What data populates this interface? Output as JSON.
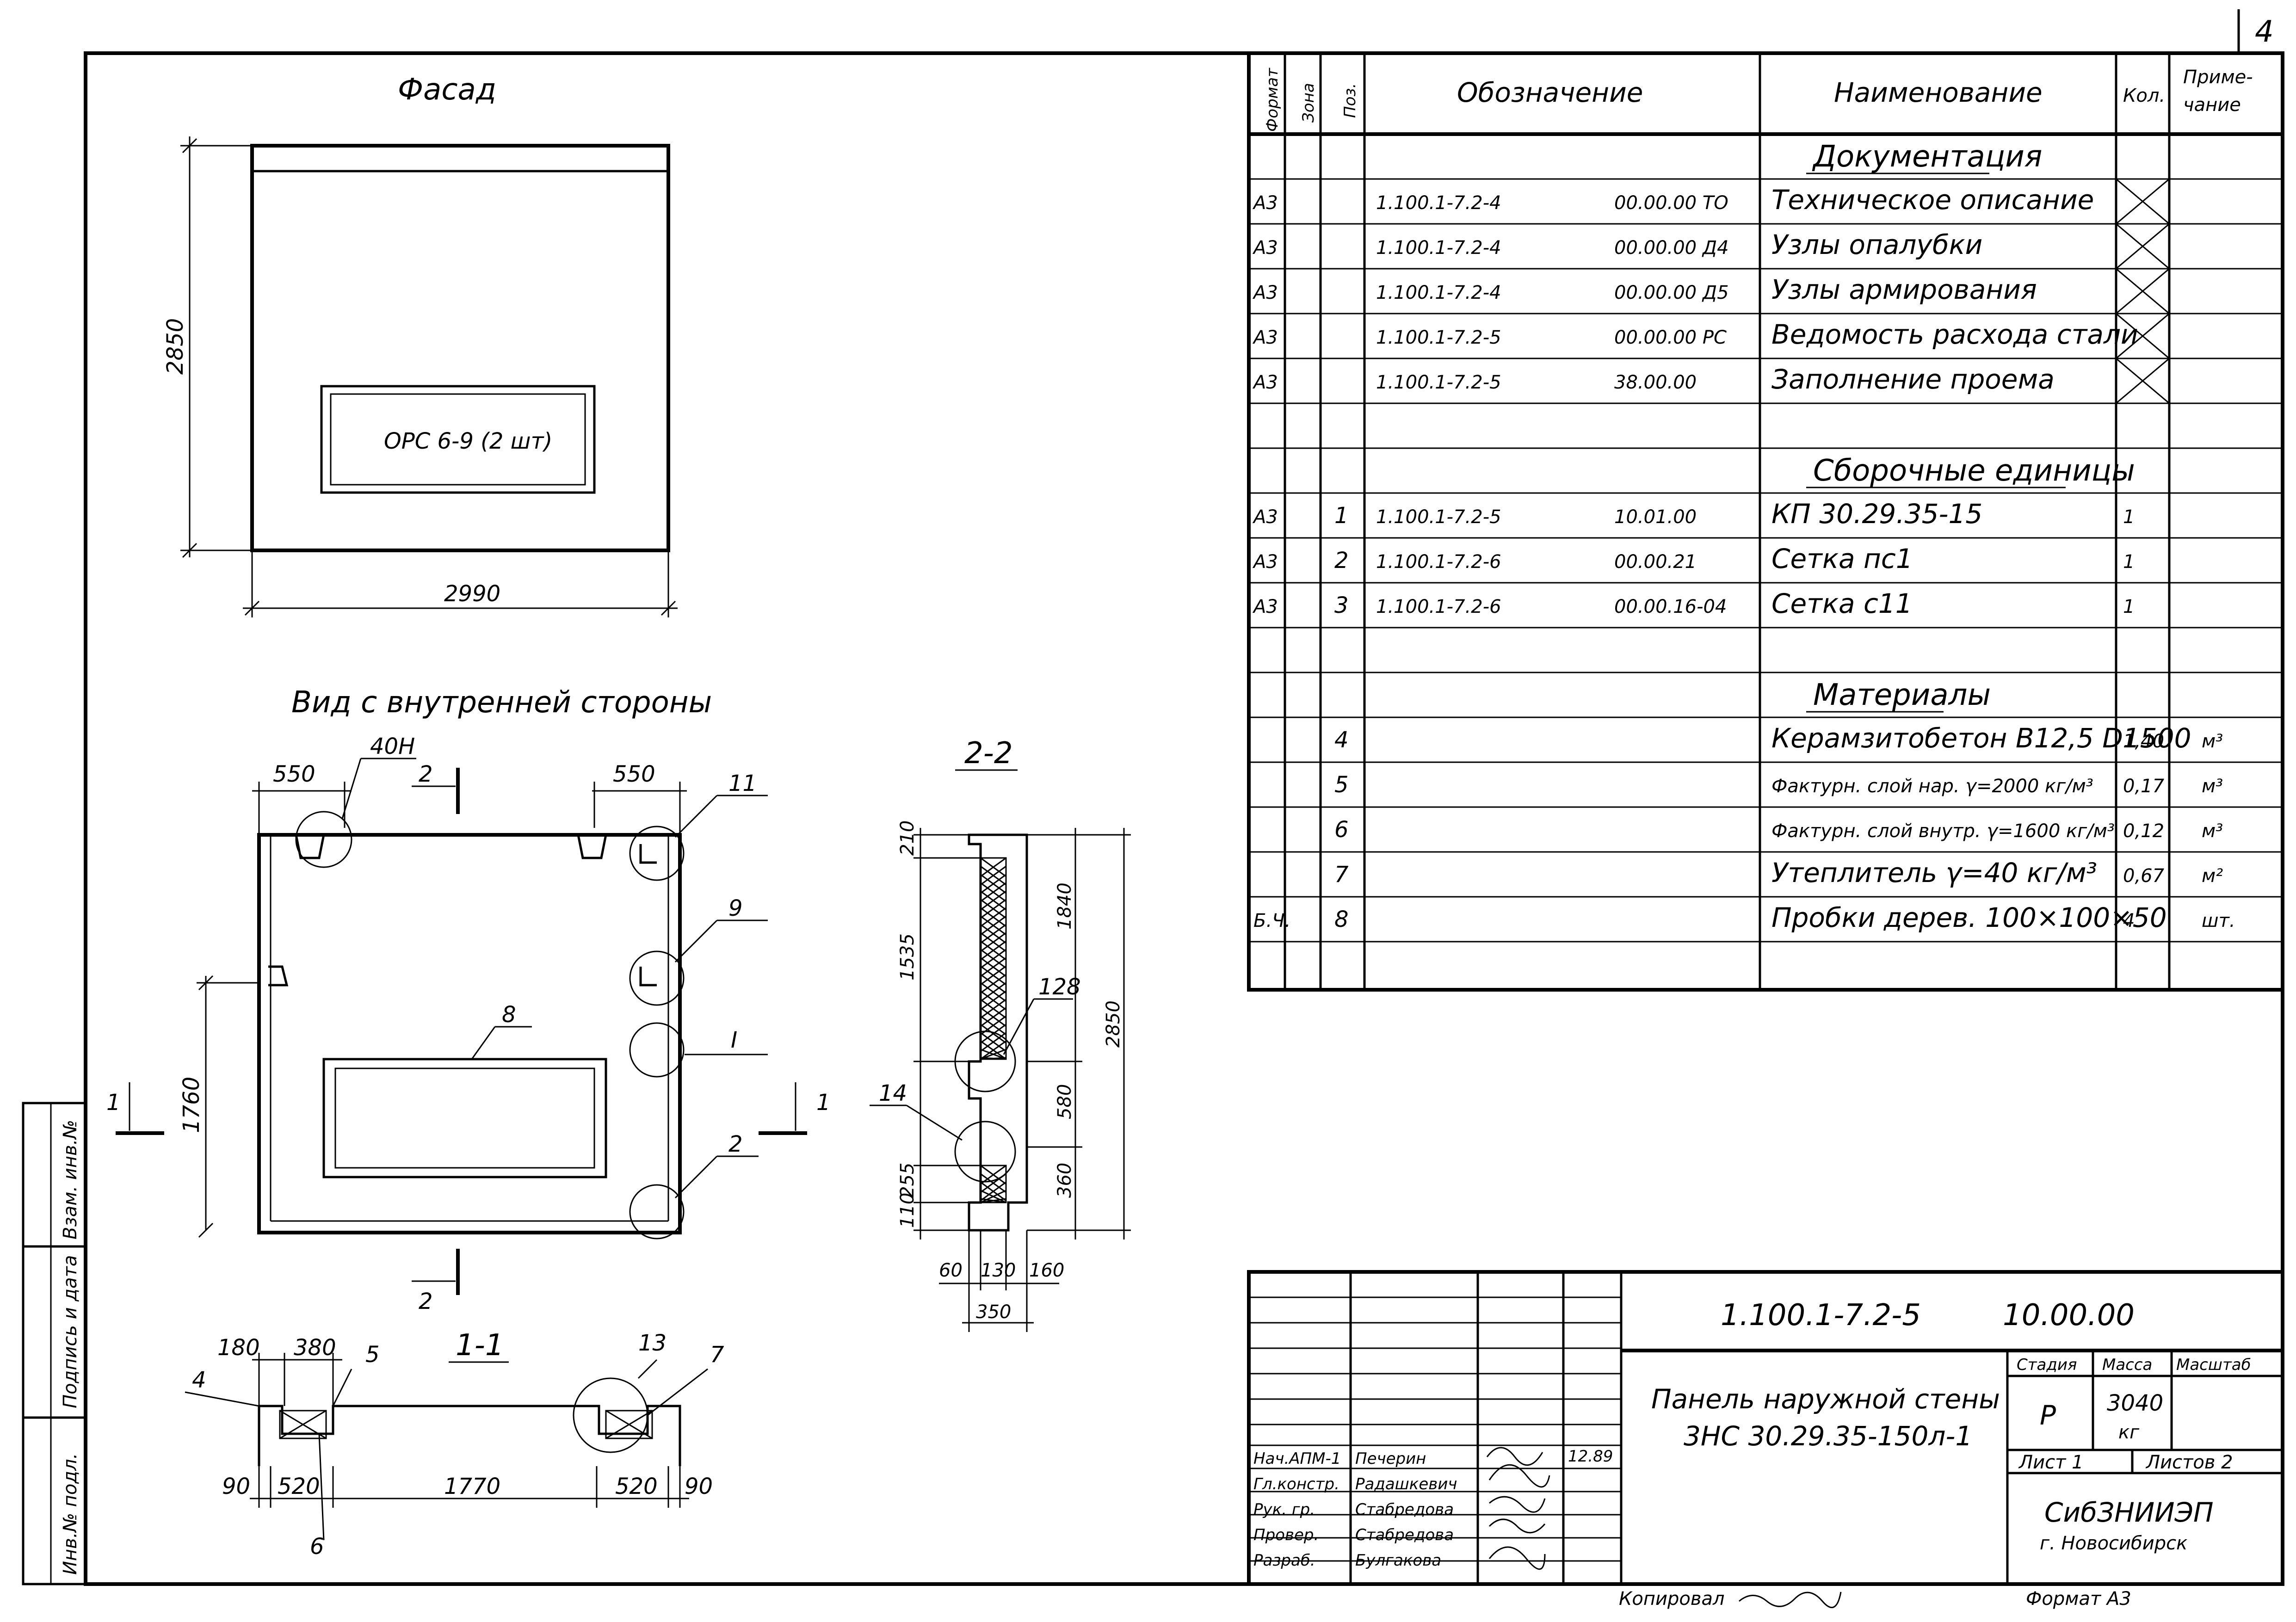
{
  "sheet": {
    "number": "4"
  },
  "facade": {
    "title": "Фасад",
    "window_label": "ОРС 6-9 (2 шт)",
    "dim_height": "2850",
    "dim_width": "2990"
  },
  "inner_view": {
    "title": "Вид с внутренней стороны",
    "dim_left": "550",
    "dim_right": "550",
    "dim_height": "1760",
    "cut_label_2": "2",
    "cut_label_1": "1",
    "callout_40H": "40Н",
    "callout_11": "11",
    "callout_9": "9",
    "callout_8": "8",
    "callout_I": "I",
    "callout_2": "2"
  },
  "section_11": {
    "title": "1-1",
    "dims": [
      "180",
      "380",
      "90",
      "520",
      "1770",
      "520",
      "90"
    ],
    "callouts": [
      "4",
      "5",
      "6",
      "13",
      "7"
    ]
  },
  "section_22": {
    "title": "2-2",
    "dims": [
      "210",
      "1535",
      "1840",
      "2850",
      "580",
      "360",
      "110",
      "255",
      "60",
      "130",
      "160",
      "350"
    ],
    "callouts": [
      "128",
      "14"
    ]
  },
  "spec": {
    "headers": {
      "format": "Формат",
      "zone": "Зона",
      "pos": "Поз.",
      "designation": "Обозначение",
      "name": "Наименование",
      "qty": "Кол.",
      "note": "Приме-чание",
      "note_l1": "Приме-",
      "note_l2": "чание"
    },
    "rows": [
      {
        "format": "",
        "pos": "",
        "code": "",
        "code2": "",
        "name": "Документация",
        "qty": "",
        "note": ""
      },
      {
        "format": "А3",
        "pos": "",
        "code": "1.100.1-7.2-4",
        "code2": "00.00.00 ТО",
        "name": "Техническое описание",
        "qty": "",
        "note": ""
      },
      {
        "format": "А3",
        "pos": "",
        "code": "1.100.1-7.2-4",
        "code2": "00.00.00 Д4",
        "name": "Узлы опалубки",
        "qty": "",
        "note": ""
      },
      {
        "format": "А3",
        "pos": "",
        "code": "1.100.1-7.2-4",
        "code2": "00.00.00 Д5",
        "name": "Узлы армирования",
        "qty": "",
        "note": ""
      },
      {
        "format": "А3",
        "pos": "",
        "code": "1.100.1-7.2-5",
        "code2": "00.00.00 РС",
        "name": "Ведомость расхода стали",
        "qty": "",
        "note": ""
      },
      {
        "format": "А3",
        "pos": "",
        "code": "1.100.1-7.2-5",
        "code2": "38.00.00",
        "name": "Заполнение проема",
        "qty": "",
        "note": ""
      },
      {
        "format": "",
        "pos": "",
        "code": "",
        "code2": "",
        "name": "",
        "qty": "",
        "note": ""
      },
      {
        "format": "",
        "pos": "",
        "code": "",
        "code2": "",
        "name": "Сборочные единицы",
        "qty": "",
        "note": ""
      },
      {
        "format": "А3",
        "pos": "1",
        "code": "1.100.1-7.2-5",
        "code2": "10.01.00",
        "name": "КП 30.29.35-15",
        "qty": "1",
        "note": ""
      },
      {
        "format": "А3",
        "pos": "2",
        "code": "1.100.1-7.2-6",
        "code2": "00.00.21",
        "name": "Сетка пс1",
        "qty": "1",
        "note": ""
      },
      {
        "format": "А3",
        "pos": "3",
        "code": "1.100.1-7.2-6",
        "code2": "00.00.16-04",
        "name": "Сетка с11",
        "qty": "1",
        "note": ""
      },
      {
        "format": "",
        "pos": "",
        "code": "",
        "code2": "",
        "name": "",
        "qty": "",
        "note": ""
      },
      {
        "format": "",
        "pos": "",
        "code": "",
        "code2": "",
        "name": "Материалы",
        "qty": "",
        "note": ""
      },
      {
        "format": "",
        "pos": "4",
        "code": "",
        "code2": "",
        "name": "Керамзитобетон В12,5 D1500",
        "qty": "1,40",
        "note": "м³"
      },
      {
        "format": "",
        "pos": "5",
        "code": "",
        "code2": "",
        "name": "Фактурн. слой нар. γ=2000 кг/м³",
        "qty": "0,17",
        "note": "м³"
      },
      {
        "format": "",
        "pos": "6",
        "code": "",
        "code2": "",
        "name": "Фактурн. слой внутр. γ=1600 кг/м³",
        "qty": "0,12",
        "note": "м³"
      },
      {
        "format": "",
        "pos": "7",
        "code": "",
        "code2": "",
        "name": "Утеплитель γ=40 кг/м³",
        "qty": "0,67",
        "note": "м²"
      },
      {
        "format": "Б.Ч.",
        "pos": "8",
        "code": "",
        "code2": "",
        "name": "Пробки дерев. 100×100×50",
        "qty": "4",
        "note": "шт."
      },
      {
        "format": "",
        "pos": "",
        "code": "",
        "code2": "",
        "name": "",
        "qty": "",
        "note": ""
      }
    ]
  },
  "title_block": {
    "doc_code": "1.100.1-7.2-5",
    "doc_num": "10.00.00",
    "name_line1": "Панель наружной стены",
    "name_line2": "3НС 30.29.35-150л-1",
    "stage_label": "Стадия",
    "mass_label": "Масса",
    "scale_label": "Масштаб",
    "stage": "Р",
    "mass": "3040",
    "mass_unit": "кг",
    "sheet_label": "Лист 1",
    "sheets_label": "Листов 2",
    "org_name": "СибЗНИИЭП",
    "org_city": "г. Новосибирск",
    "date": "12.89",
    "copied": "Копировал",
    "format": "Формат А3",
    "signers": [
      {
        "role": "Нач.АПМ-1",
        "name": "Печерин"
      },
      {
        "role": "Гл.констр.",
        "name": "Радашкевич"
      },
      {
        "role": "Рук. гр.",
        "name": "Стабредова"
      },
      {
        "role": "Провер.",
        "name": "Стабредова"
      },
      {
        "role": "Разраб.",
        "name": "Булгакова"
      }
    ]
  },
  "side_stamp": {
    "inv_podl": "Инв.№ подл.",
    "sign_date": "Подпись и дата",
    "vzam": "Взам. инв.№"
  }
}
